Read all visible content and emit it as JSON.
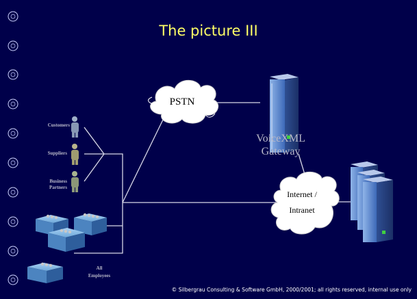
{
  "slide": {
    "title": "The picture III",
    "footer": "© Silbergrau Consulting & Software GmbH, 2000/2001; all rights reserved, internal use only"
  },
  "diagram": {
    "nodes": {
      "pstn": "PSTN",
      "gateway_line1": "VoiceXML",
      "gateway_line2": "Gateway",
      "internet_line1": "Internet /",
      "internet_line2": "Intranet"
    },
    "people": {
      "customers": "Customers",
      "suppliers": "Suppliers",
      "partners_line1": "Business",
      "partners_line2": "Partners",
      "employees_line1": "All",
      "employees_line2": "Employees"
    },
    "colors": {
      "background": "#00004a",
      "title": "#ffff66",
      "line": "#d8d8e8",
      "gateway_text": "#b8b8c8",
      "building": "#6ea8d8"
    }
  }
}
